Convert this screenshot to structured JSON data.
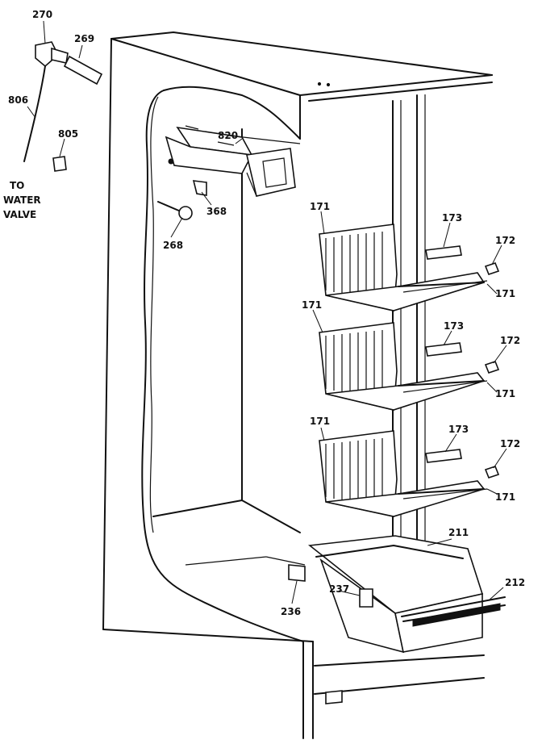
{
  "callouts": {
    "p270": "270",
    "p269": "269",
    "p806": "806",
    "p805": "805",
    "p820": "820",
    "p368": "368",
    "p268": "268",
    "p171a": "171",
    "p173a": "173",
    "p172a": "172",
    "p171b": "171",
    "p171c": "171",
    "p173b": "173",
    "p172b": "172",
    "p171d": "171",
    "p171e": "171",
    "p173c": "173",
    "p172c": "172",
    "p171f": "171",
    "p211": "211",
    "p212": "212",
    "p236": "236",
    "p237": "237"
  },
  "water_note": {
    "line1": "TO",
    "line2": "WATER",
    "line3": "VALVE"
  }
}
